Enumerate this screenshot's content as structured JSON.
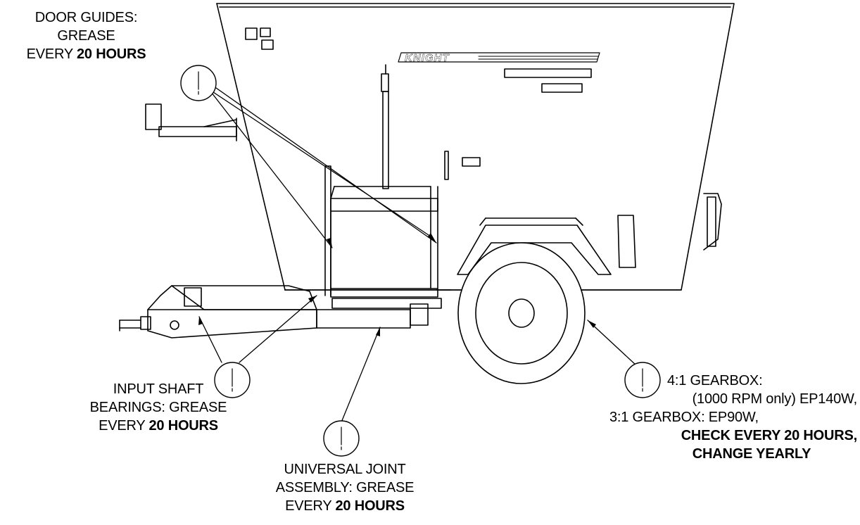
{
  "brand": {
    "logo_text": "KNIGHT"
  },
  "callouts": {
    "door_guides": {
      "line1": "DOOR GUIDES:",
      "line2": "GREASE",
      "line3_prefix": "EVERY ",
      "line3_bold": "20 HOURS"
    },
    "input_shaft": {
      "line1": "INPUT SHAFT",
      "line2": "BEARINGS: GREASE",
      "line3_prefix": "EVERY ",
      "line3_bold": "20 HOURS"
    },
    "universal_joint": {
      "line1": "UNIVERSAL JOINT",
      "line2": "ASSEMBLY:  GREASE",
      "line3_prefix": "EVERY ",
      "line3_bold": "20 HOURS"
    },
    "gearbox": {
      "line1": "4:1 GEARBOX:",
      "line2": "(1000 RPM only) EP140W,",
      "line3": "3:1 GEARBOX: EP90W,",
      "line4_bold": "CHECK EVERY 20 HOURS,",
      "line5_bold": "CHANGE YEARLY"
    }
  }
}
